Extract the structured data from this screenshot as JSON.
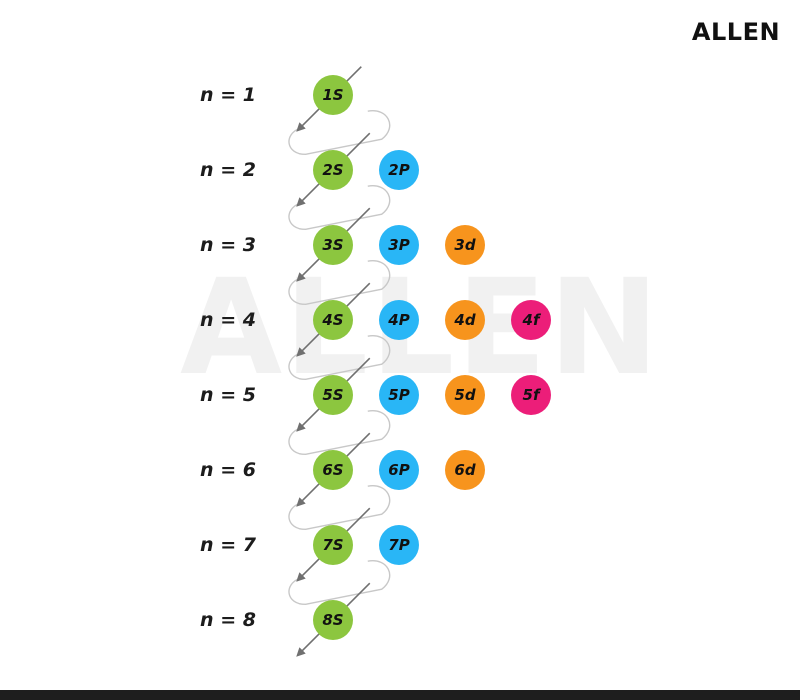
{
  "brand": {
    "logo_text": "ALLEN",
    "watermark_text": "ALLEN"
  },
  "rows": [
    {
      "n": 1,
      "label": "n = 1"
    },
    {
      "n": 2,
      "label": "n = 2"
    },
    {
      "n": 3,
      "label": "n = 3"
    },
    {
      "n": 4,
      "label": "n = 4"
    },
    {
      "n": 5,
      "label": "n = 5"
    },
    {
      "n": 6,
      "label": "n = 6"
    },
    {
      "n": 7,
      "label": "n = 7"
    },
    {
      "n": 8,
      "label": "n = 8"
    }
  ],
  "orbitals": [
    {
      "label": "1S",
      "n": 1,
      "l": 0
    },
    {
      "label": "2S",
      "n": 2,
      "l": 0
    },
    {
      "label": "2P",
      "n": 2,
      "l": 1
    },
    {
      "label": "3S",
      "n": 3,
      "l": 0
    },
    {
      "label": "3P",
      "n": 3,
      "l": 1
    },
    {
      "label": "3d",
      "n": 3,
      "l": 2
    },
    {
      "label": "4S",
      "n": 4,
      "l": 0
    },
    {
      "label": "4P",
      "n": 4,
      "l": 1
    },
    {
      "label": "4d",
      "n": 4,
      "l": 2
    },
    {
      "label": "4f",
      "n": 4,
      "l": 3
    },
    {
      "label": "5S",
      "n": 5,
      "l": 0
    },
    {
      "label": "5P",
      "n": 5,
      "l": 1
    },
    {
      "label": "5d",
      "n": 5,
      "l": 2
    },
    {
      "label": "5f",
      "n": 5,
      "l": 3
    },
    {
      "label": "6S",
      "n": 6,
      "l": 0
    },
    {
      "label": "6P",
      "n": 6,
      "l": 1
    },
    {
      "label": "6d",
      "n": 6,
      "l": 2
    },
    {
      "label": "7S",
      "n": 7,
      "l": 0
    },
    {
      "label": "7P",
      "n": 7,
      "l": 1
    },
    {
      "label": "8S",
      "n": 8,
      "l": 0
    }
  ],
  "colors": {
    "s": "#8cc63f",
    "p": "#29b6f6",
    "d": "#f7941d",
    "f": "#ec1e79",
    "arrow_line": "#707070",
    "loop": "#c8c8c8",
    "label_text": "#1c1c1c"
  }
}
